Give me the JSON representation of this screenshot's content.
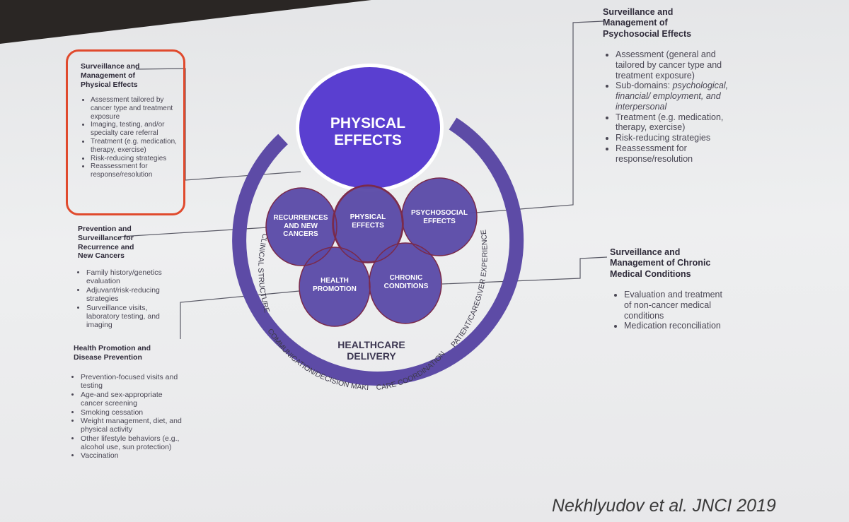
{
  "center": {
    "main_circle": "PHYSICAL EFFECTS",
    "small_circles": {
      "recurrences": "RECURRENCES AND NEW CANCERS",
      "physical": "PHYSICAL EFFECTS",
      "psychosocial": "PSYCHOSOCIAL EFFECTS",
      "health_promotion": "HEALTH PROMOTION",
      "chronic": "CHRONIC CONDITIONS"
    },
    "ring_label": "HEALTHCARE DELIVERY",
    "ring_text": {
      "left": "CLINICAL STRUCTURE",
      "bottom": "COMMUNICATION/DECISION MAKING",
      "bottom_right": "CARE COORDINATION",
      "right": "PATIENT/CAREGIVER EXPERIENCE"
    }
  },
  "sections": {
    "physical": {
      "title": "Surveillance and Management of Physical Effects",
      "bullets": [
        "Assessment tailored by cancer type and treatment exposure",
        "Imaging, testing, and/or specialty care referral",
        "Treatment (e.g. medication, therapy, exercise)",
        "Risk-reducing strategies",
        "Reassessment for response/resolution"
      ]
    },
    "recurrence": {
      "title": "Prevention and Surveillance for Recurrence and New Cancers",
      "bullets": [
        "Family history/genetics evaluation",
        "Adjuvant/risk-reducing strategies",
        "Surveillance visits, laboratory testing, and imaging"
      ]
    },
    "health_promotion": {
      "title": "Health Promotion and Disease Prevention",
      "bullets": [
        "Prevention-focused visits and testing",
        "Age-and sex-appropriate cancer screening",
        "Smoking cessation",
        "Weight management, diet, and physical activity",
        "Other lifestyle behaviors (e.g., alcohol use, sun protection)",
        "Vaccination"
      ]
    },
    "psychosocial": {
      "title": "Surveillance and Management of Psychosocial Effects",
      "bullets": [
        {
          "text": "Assessment (general and tailored by cancer type and treatment exposure)"
        },
        {
          "text": "Sub-domains:",
          "italic": "psychological, financial/ employment, and interpersonal"
        },
        {
          "text": "Treatment (e.g. medication, therapy, exercise)"
        },
        {
          "text": "Risk-reducing strategies"
        },
        {
          "text": "Reassessment for response/resolution"
        }
      ]
    },
    "chronic": {
      "title": "Surveillance and Management of Chronic Medical Conditions",
      "bullets": [
        "Evaluation and treatment of non-cancer medical conditions",
        "Medication reconciliation"
      ]
    }
  },
  "citation": "Nekhlyudov et al.  JNCI 2019",
  "colors": {
    "main_circle": "#5a3fd0",
    "small_circle": "#5b4ba8",
    "ring": "#5d4ba6",
    "highlight_box": "#e04a2d"
  }
}
